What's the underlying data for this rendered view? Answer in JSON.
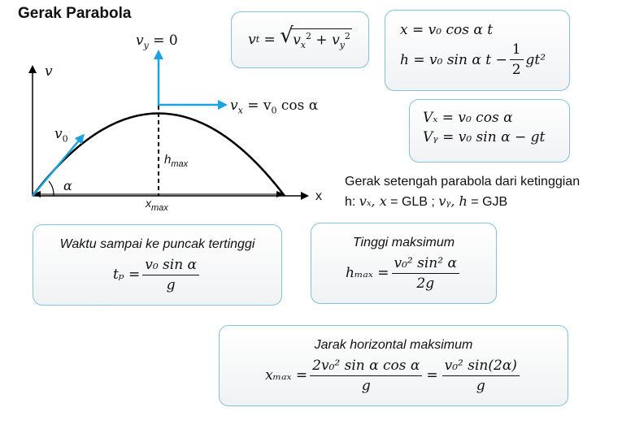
{
  "title": "Gerak Parabola",
  "diagram": {
    "v_axis": "v",
    "x_axis": "x",
    "vy_zero": "v",
    "vy_sub": "y",
    "vy_eq": " = 0",
    "vx_label": "v",
    "vx_sub": "x",
    "vx_eq": " = v",
    "vx_sub0": "0",
    "vx_cos": " cos α",
    "v0": "v",
    "v0_sub": "0",
    "alpha": "α",
    "hmax": "h",
    "hmax_sub": "max",
    "xmax": "x",
    "xmax_sub": "max"
  },
  "box_vt": {
    "lhs": "v",
    "lhs_sub": "t",
    "eq": " = ",
    "rad_a": "v",
    "rad_a_sub": "x",
    "rad_a_sup": "2",
    "plus": " + ",
    "rad_b": "v",
    "rad_b_sub": "y",
    "rad_b_sup": "2"
  },
  "box_xh": {
    "line1": "x = v₀ cos α t",
    "line2_pre": "h = v₀ sin α t −",
    "half_num": "1",
    "half_den": "2",
    "line2_post": "gt²"
  },
  "box_vxy": {
    "line1": "Vₓ = v₀ cos α",
    "line2": "Vᵧ = v₀ sin α − gt"
  },
  "note": {
    "line1": "Gerak setengah parabola dari ketinggian",
    "line2_pre": "h: ",
    "line2_vx": "vₓ, x",
    "line2_mid": " = GLB ; ",
    "line2_vy": "vᵧ, h",
    "line2_end": " = GJB"
  },
  "box_tp": {
    "heading": "Waktu sampai ke puncak tertinggi",
    "lhs": "tₚ =",
    "num": "v₀ sin α",
    "den": "g"
  },
  "box_hmax": {
    "heading": "Tinggi maksimum",
    "lhs": "hₘₐₓ =",
    "num": "v₀² sin² α",
    "den": "2g"
  },
  "box_xmax": {
    "heading": "Jarak horizontal maksimum",
    "lhs": "xₘₐₓ =",
    "num1": "2v₀² sin α cos α",
    "den1": "g",
    "eq": "=",
    "num2": "v₀² sin(2α)",
    "den2": "g"
  },
  "colors": {
    "arrow": "#1aa3dc",
    "curve": "#000000",
    "border": "#7fc3dc"
  }
}
